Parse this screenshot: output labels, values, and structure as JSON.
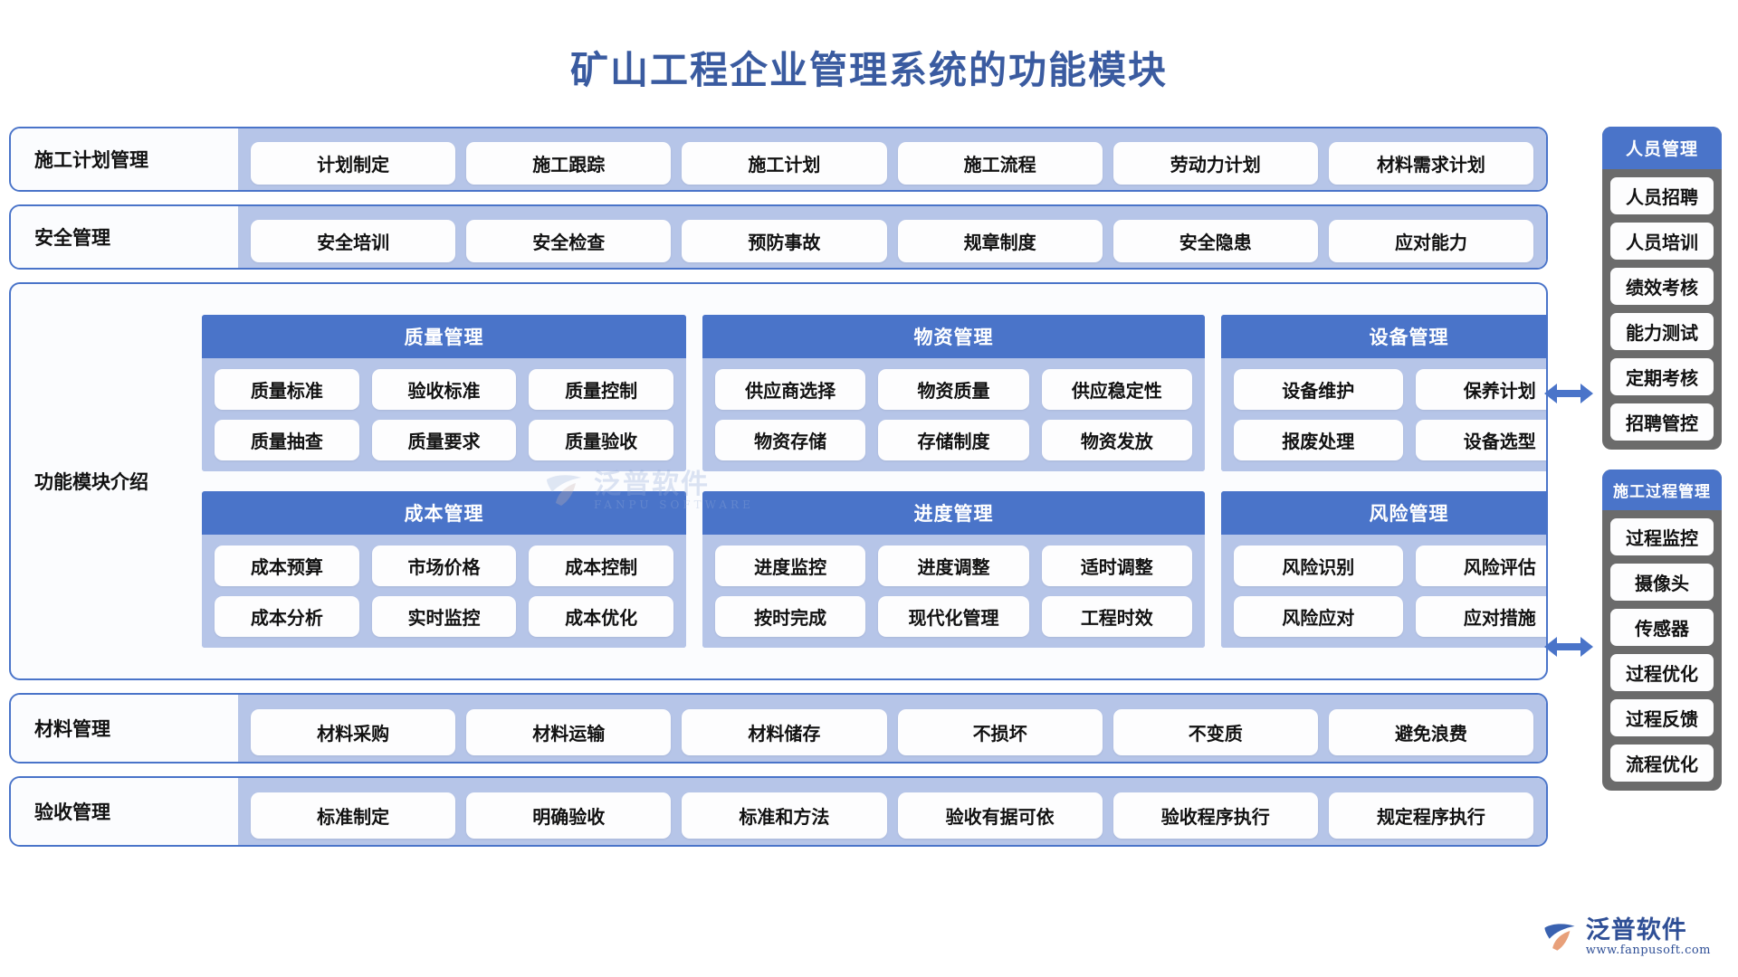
{
  "page": {
    "title": "矿山工程企业管理系统的功能模块",
    "title_color": "#3a5ba0",
    "accent_blue": "#4a74c9",
    "band_blue": "#b6c5e8",
    "sidebar_gray": "#6b6b6b"
  },
  "rows": [
    {
      "label": "施工计划管理",
      "items": [
        "计划制定",
        "施工跟踪",
        "施工计划",
        "施工流程",
        "劳动力计划",
        "材料需求计划"
      ]
    },
    {
      "label": "安全管理",
      "items": [
        "安全培训",
        "安全检查",
        "预防事故",
        "规章制度",
        "安全隐患",
        "应对能力"
      ]
    },
    {
      "label": "材料管理",
      "items": [
        "材料采购",
        "材料运输",
        "材料储存",
        "不损坏",
        "不变质",
        "避免浪费"
      ]
    },
    {
      "label": "验收管理",
      "items": [
        "标准制定",
        "明确验收",
        "标准和方法",
        "验收有据可依",
        "验收程序执行",
        "规定程序执行"
      ]
    }
  ],
  "modules_section": {
    "label": "功能模块介绍",
    "panels": [
      {
        "title": "质量管理",
        "rows": [
          [
            "质量标准",
            "验收标准",
            "质量控制"
          ],
          [
            "质量抽查",
            "质量要求",
            "质量验收"
          ]
        ]
      },
      {
        "title": "物资管理",
        "rows": [
          [
            "供应商选择",
            "物资质量",
            "供应稳定性"
          ],
          [
            "物资存储",
            "存储制度",
            "物资发放"
          ]
        ]
      },
      {
        "title": "设备管理",
        "rows": [
          [
            "设备维护",
            "保养计划"
          ],
          [
            "报废处理",
            "设备选型"
          ]
        ]
      },
      {
        "title": "成本管理",
        "rows": [
          [
            "成本预算",
            "市场价格",
            "成本控制"
          ],
          [
            "成本分析",
            "实时监控",
            "成本优化"
          ]
        ]
      },
      {
        "title": "进度管理",
        "rows": [
          [
            "进度监控",
            "进度调整",
            "适时调整"
          ],
          [
            "按时完成",
            "现代化管理",
            "工程时效"
          ]
        ]
      },
      {
        "title": "风险管理",
        "rows": [
          [
            "风险识别",
            "风险评估"
          ],
          [
            "风险应对",
            "应对措施"
          ]
        ]
      }
    ]
  },
  "sidebar": {
    "panels": [
      {
        "title": "人员管理",
        "items": [
          "人员招聘",
          "人员培训",
          "绩效考核",
          "能力测试",
          "定期考核",
          "招聘管控"
        ]
      },
      {
        "title": "施工过程管理",
        "items": [
          "过程监控",
          "摄像头",
          "传感器",
          "过程优化",
          "过程反馈",
          "流程优化"
        ]
      }
    ]
  },
  "watermark": {
    "cn": "泛普软件",
    "en": "FANPU SOFTWARE"
  },
  "brand": {
    "cn": "泛普软件",
    "url": "www.fanpusoft.com"
  }
}
